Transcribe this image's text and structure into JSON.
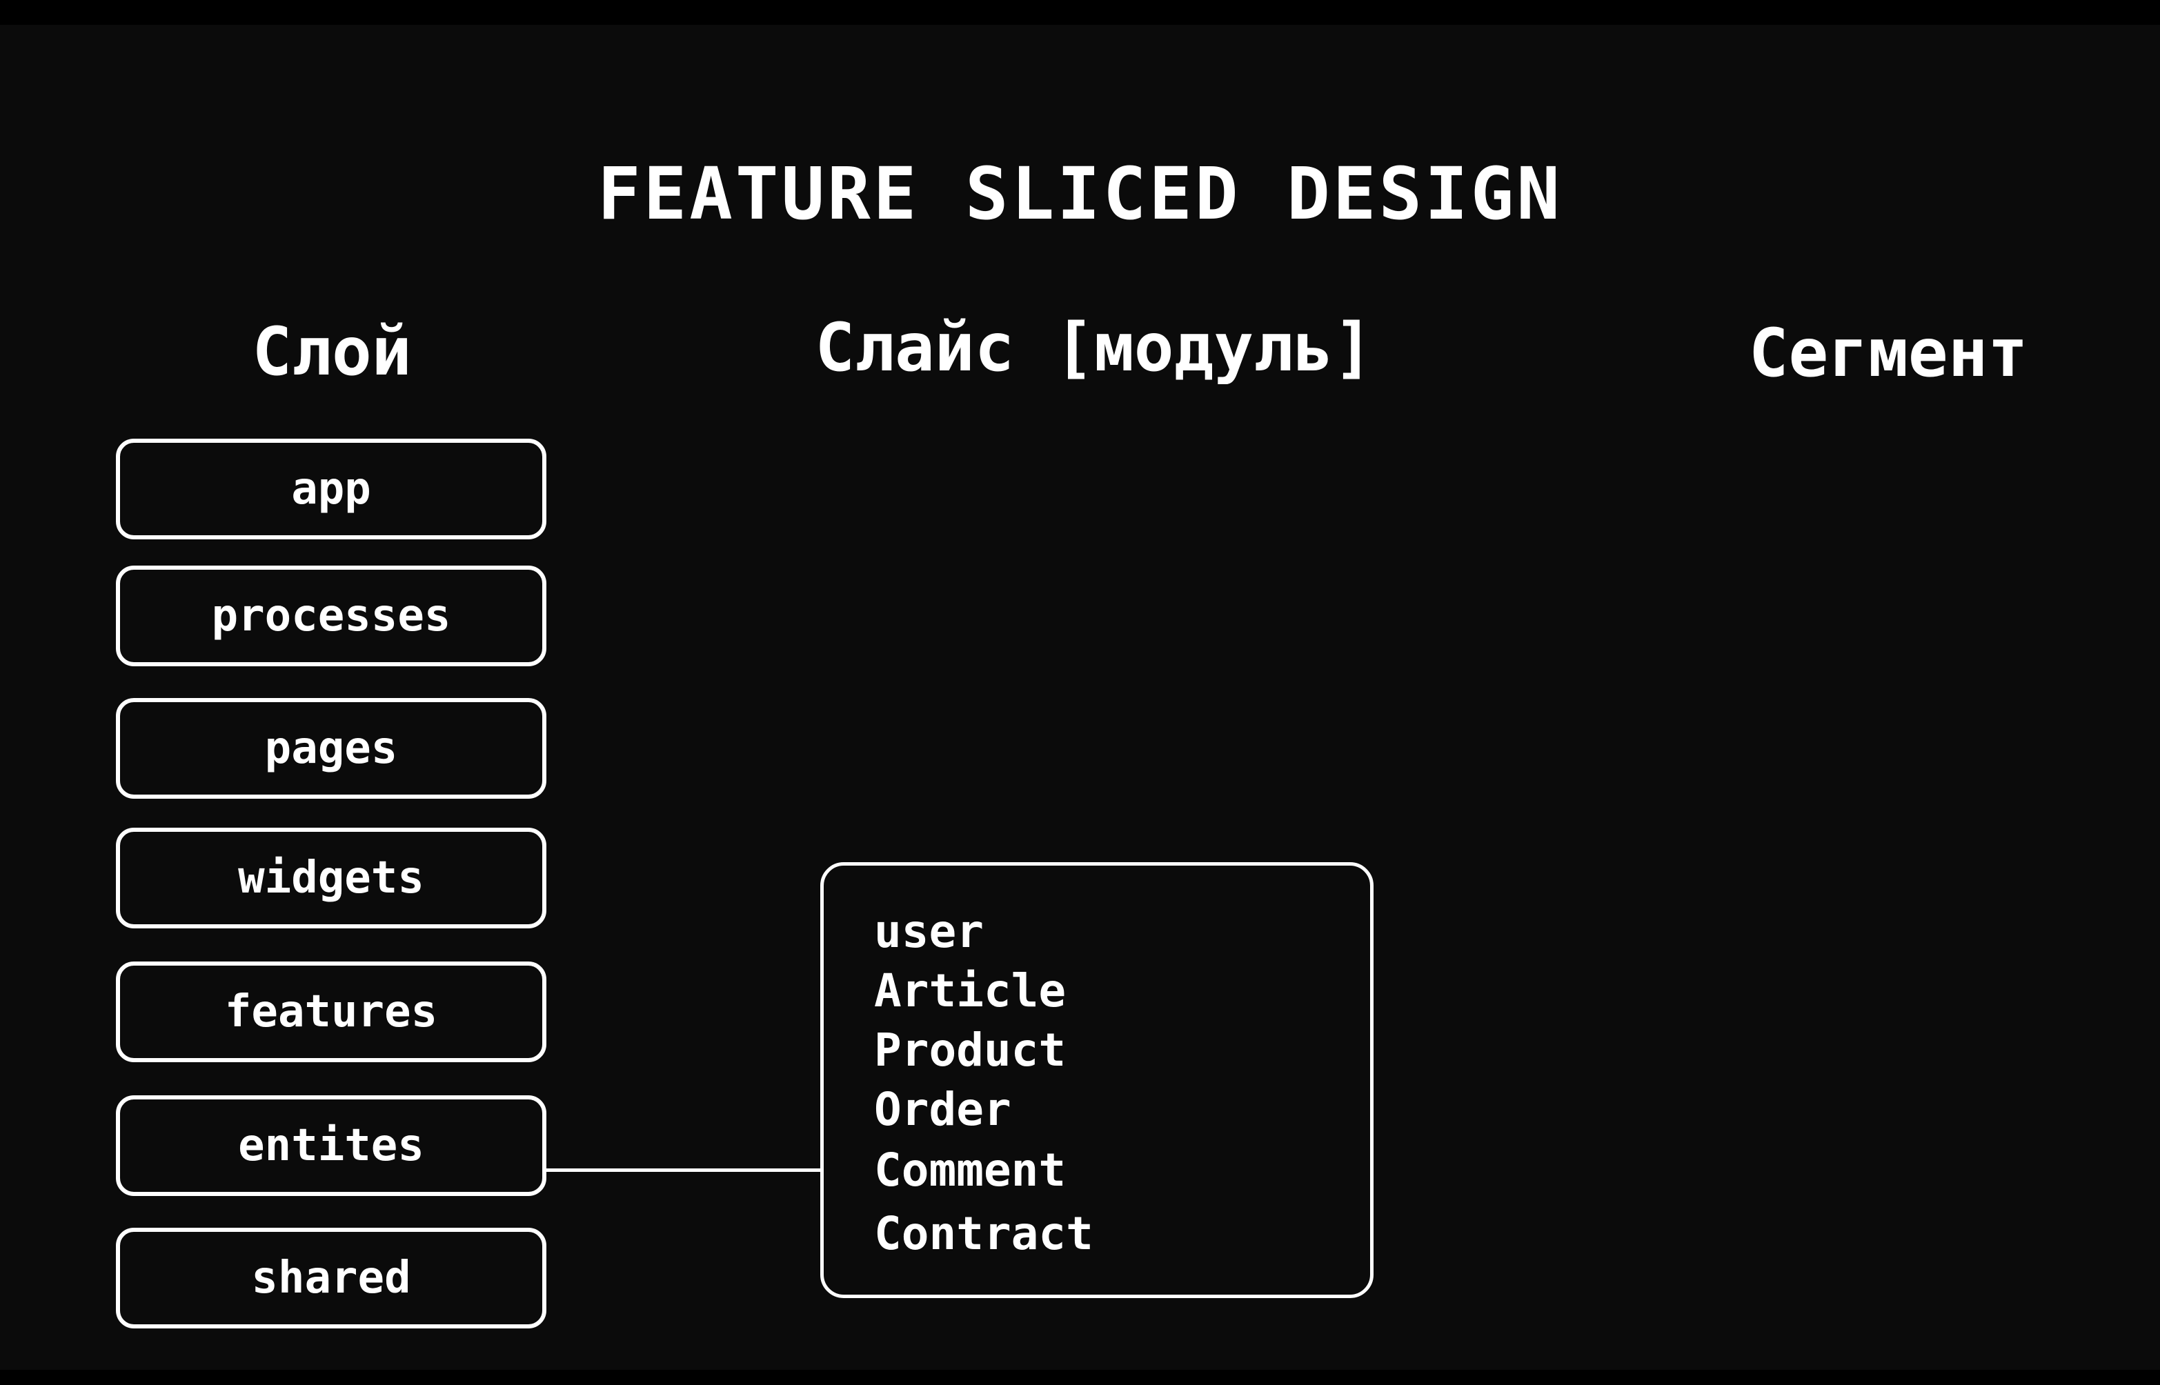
{
  "title": "FEATURE SLICED DESIGN",
  "columns": {
    "layer": "Слой",
    "slice": "Слайс [модуль]",
    "segment": "Сегмент"
  },
  "layers": [
    "app",
    "processes",
    "pages",
    "widgets",
    "features",
    "entites",
    "shared"
  ],
  "slices": [
    "user",
    "Article",
    "Product",
    "Order",
    "Comment",
    "Contract"
  ],
  "colors": {
    "background": "#0b0b0b",
    "frame": "#000000",
    "foreground": "#ffffff"
  }
}
